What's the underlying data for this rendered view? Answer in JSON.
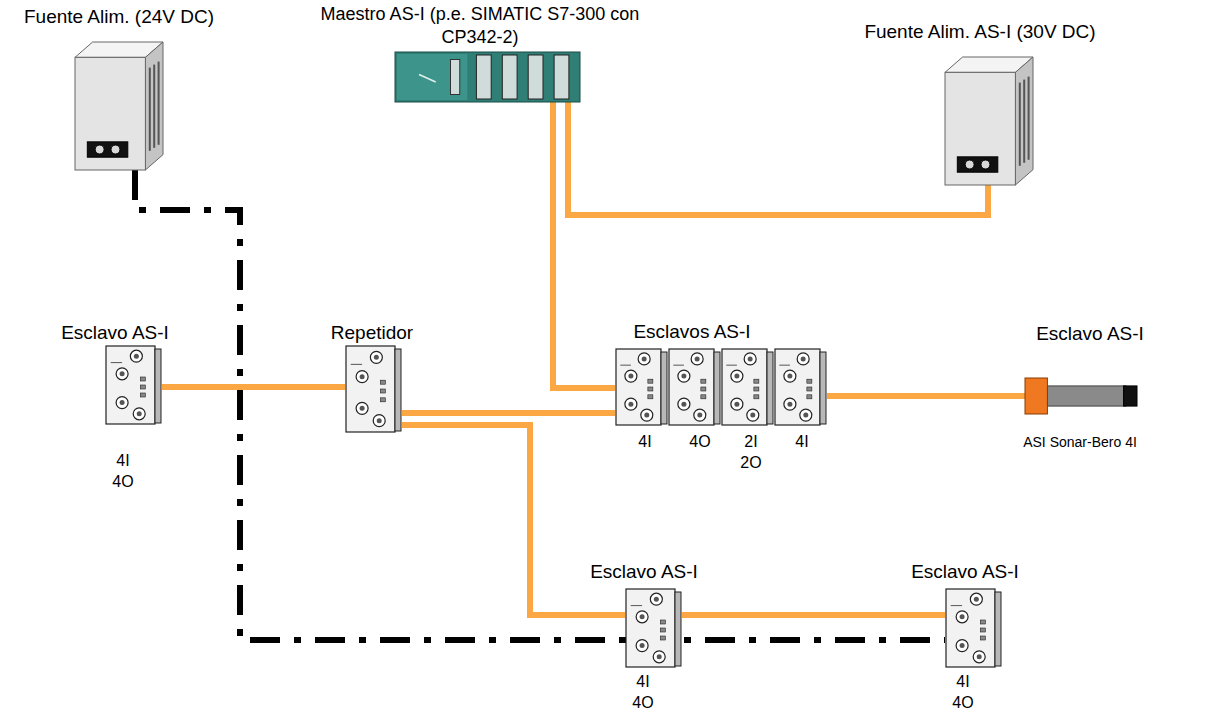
{
  "diagram": {
    "nodes": [
      {
        "text": [
          "Fuente Alim. (24V DC)"
        ]
      },
      {
        "text": [
          "Maestro AS-I (p.e. SIMATIC S7-300 con CP342-2)"
        ]
      },
      {
        "text": [
          "Fuente Alim. AS-I (30V DC)"
        ]
      },
      {
        "text": [
          "Esclavo AS-I",
          "4I 4O"
        ]
      },
      {
        "text": [
          "Repetidor"
        ]
      },
      {
        "text": [
          "Esclavos AS-I"
        ]
      },
      {
        "text": [
          "4I"
        ],
        "in": 5
      },
      {
        "text": [
          "4O"
        ],
        "in": 5
      },
      {
        "text": [
          "2I 2O"
        ],
        "in": 5
      },
      {
        "text": [
          "4I"
        ],
        "in": 5
      },
      {
        "text": [
          "Esclavo AS-I",
          "ASI Sonar-Bero 4I"
        ]
      },
      {
        "text": [
          "Esclavo AS-I",
          "4I 4O"
        ]
      },
      {
        "text": [
          "Esclavo AS-I",
          "4I 4O"
        ]
      }
    ],
    "edges": [
      {
        "from": 1,
        "to": 2,
        "arrow": "none"
      },
      {
        "from": 1,
        "to": 6,
        "arrow": "none"
      },
      {
        "from": 3,
        "to": 4,
        "arrow": "none"
      },
      {
        "from": 4,
        "to": 6,
        "arrow": "none"
      },
      {
        "from": 4,
        "to": 11,
        "arrow": "none"
      },
      {
        "from": 11,
        "to": 12,
        "arrow": "none"
      },
      {
        "from": 9,
        "to": 10,
        "arrow": "none"
      },
      {
        "from": 0,
        "to": 12,
        "arrow": "none"
      }
    ]
  }
}
